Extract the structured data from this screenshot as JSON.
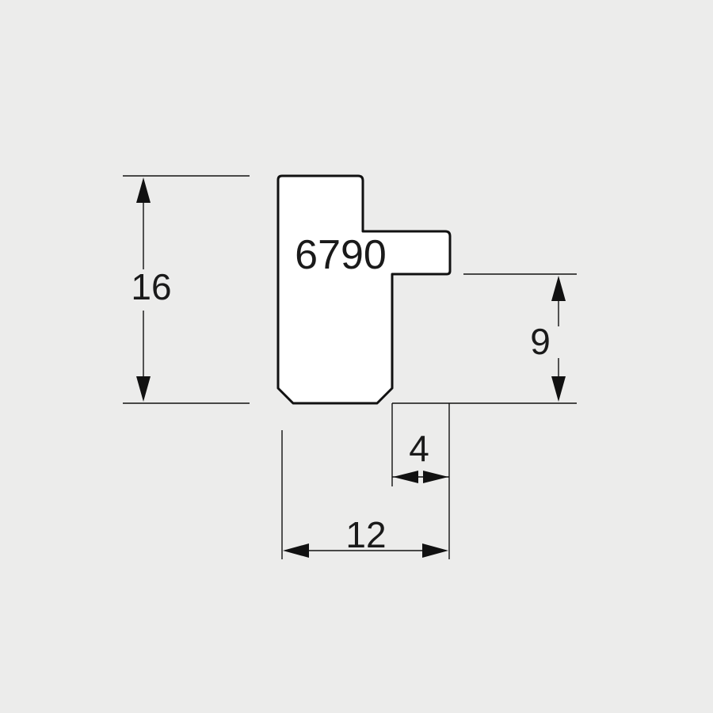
{
  "profile": {
    "code": "6790"
  },
  "dimensions": {
    "height_total": "16",
    "height_lip": "9",
    "width_rebate": "4",
    "width_total": "12"
  }
}
